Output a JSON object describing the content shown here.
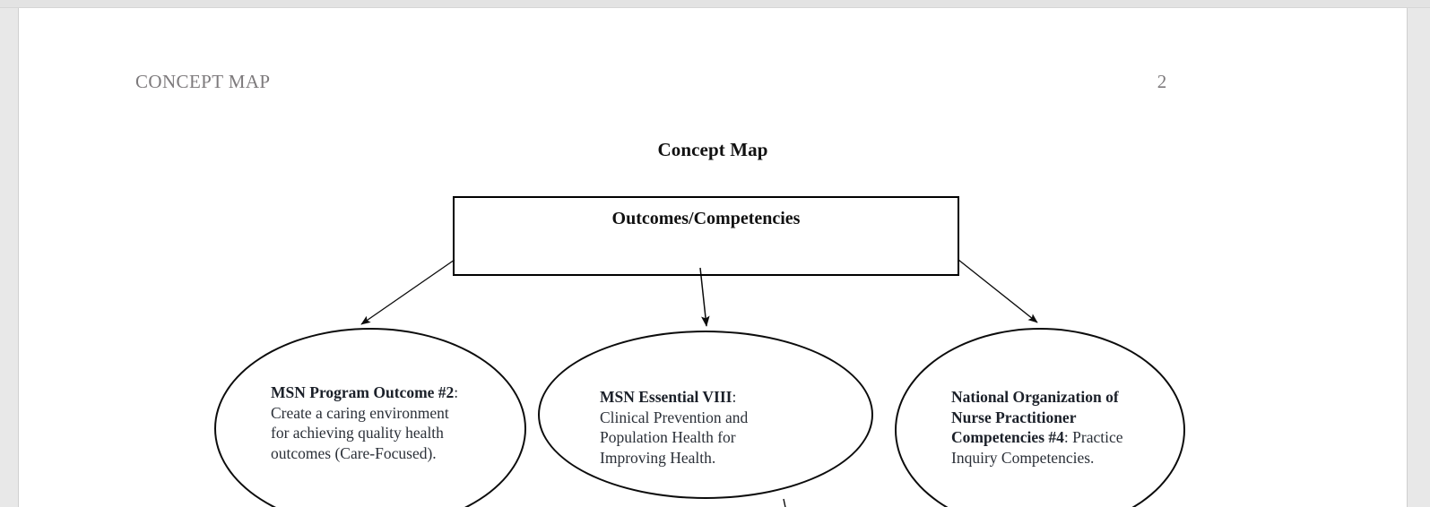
{
  "document": {
    "running_head": "CONCEPT MAP",
    "page_number": "2",
    "title": "Concept Map"
  },
  "diagram": {
    "root": {
      "label": "Outcomes/Competencies"
    },
    "nodes": [
      {
        "id": "msn-program-outcome",
        "bold": "MSN Program Outcome #2",
        "separator": ": ",
        "body": "Create a caring environment for achieving quality health outcomes (Care-Focused)."
      },
      {
        "id": "msn-essential-viii",
        "bold": "MSN Essential VIII",
        "separator": ": ",
        "body": "Clinical Prevention and Population Health for Improving Health."
      },
      {
        "id": "nonpf-competencies",
        "bold": "National Organization of Nurse Practitioner Competencies #4",
        "separator": ": ",
        "body": "Practice Inquiry Competencies."
      }
    ]
  },
  "colors": {
    "stroke": "#0c0c0c",
    "text": "#2b3038",
    "running_head": "#7d7a7c",
    "page_background": "#ffffff",
    "viewer_background": "#e8e8e8"
  }
}
